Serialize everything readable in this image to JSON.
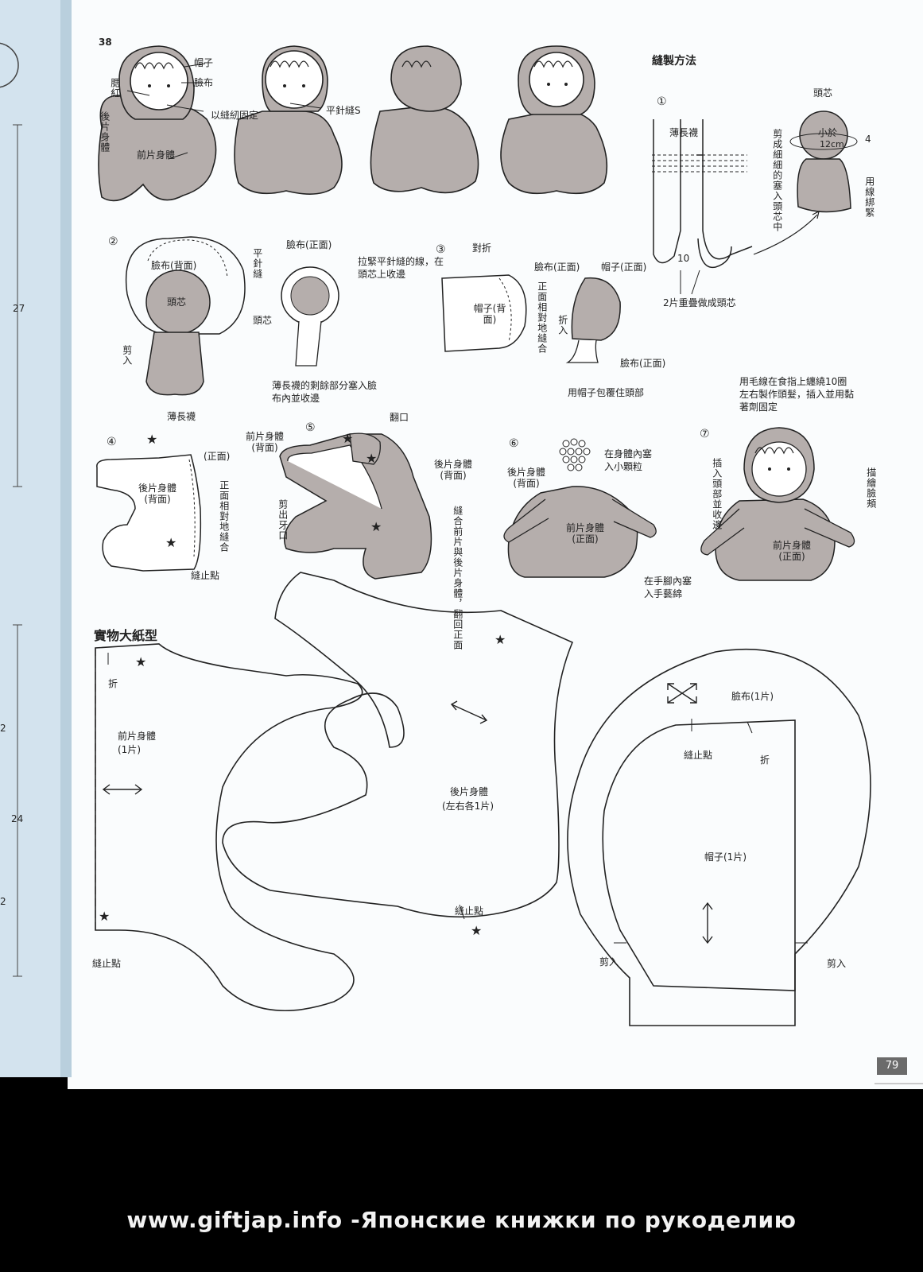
{
  "page_number_left": "38",
  "section_title": "縫製方法",
  "pattern_title": "實物大紙型",
  "page_number_right": "79",
  "footer": "www.giftjap.info -Японские книжки по рукоделию",
  "ruler": {
    "m27": "27",
    "m24": "24",
    "m2a": "2",
    "m2b": "2"
  },
  "steps": {
    "s1": "①",
    "s2": "②",
    "s3": "③",
    "s4": "④",
    "s5": "⑤",
    "s6": "⑥",
    "s7": "⑦"
  },
  "top": {
    "hat": "帽子",
    "face_cloth": "臉布",
    "blush": "腮紅",
    "back_body": "後片身體",
    "tack": "以縫紉固定",
    "running_stitch": "平針縫S",
    "front_body": "前片身體"
  },
  "step1": {
    "thin_sock": "薄長襪",
    "cut_fill": "剪成細細的塞入頭芯中",
    "head_core": "頭芯",
    "small": "小於",
    "size12": "12cm",
    "four": "4",
    "tie": "用線綁緊",
    "ten": "10",
    "overlap": "2片重疊做成頭芯"
  },
  "step2": {
    "face_front": "臉布(正面)",
    "face_back": "臉布(背面)",
    "running": "平針縫",
    "pull": "拉緊平針縫的線，在頭芯上收邊",
    "core": "頭芯",
    "core2": "頭芯",
    "clip": "剪入",
    "sock": "薄長襪",
    "stuff": "薄長襪的剩餘部分塞入臉布內並收邊"
  },
  "step3": {
    "fold": "對折",
    "hat_back": "帽子(背面)",
    "sew": "正面相對地縫合",
    "face_front": "臉布(正面)",
    "hat_front": "帽子(正面)",
    "fold_in": "折入",
    "face_front2": "臉布(正面)",
    "cover": "用帽子包覆住頭部"
  },
  "step4": {
    "right_side": "(正面)",
    "back_body": "後片身體(背面)",
    "sew": "正面相對地縫合",
    "stop": "縫止點"
  },
  "step5": {
    "front_body": "前片身體(背面)",
    "turn": "翻口",
    "back_body": "後片身體(背面)",
    "notch": "剪出牙口",
    "join": "縫合前片與後片身體，翻回正面"
  },
  "step6": {
    "pellets": "在身體內塞入小顆粒",
    "back_body": "後片身體(背面)",
    "front_body": "前片身體(正面)",
    "cotton": "在手腳內塞入手藝綿"
  },
  "step7": {
    "hair": "用毛線在食指上纏繞10圈左右製作頭髮，插入並用黏著劑固定",
    "insert": "插入頭部並收邊",
    "cheeks": "描繪臉頰",
    "front_body": "前片身體(正面)"
  },
  "pattern": {
    "fold": "折",
    "front_body": "前片身體",
    "front_qty": "(1片)",
    "stop_left": "縫止點",
    "back_body": "後片身體",
    "back_qty": "(左右各1片)",
    "stop_back": "縫止點",
    "face": "臉布(1片)",
    "stop_face": "縫止點",
    "fold_face": "折",
    "hat": "帽子(1片)",
    "clip_left": "剪入",
    "clip_right": "剪入"
  }
}
